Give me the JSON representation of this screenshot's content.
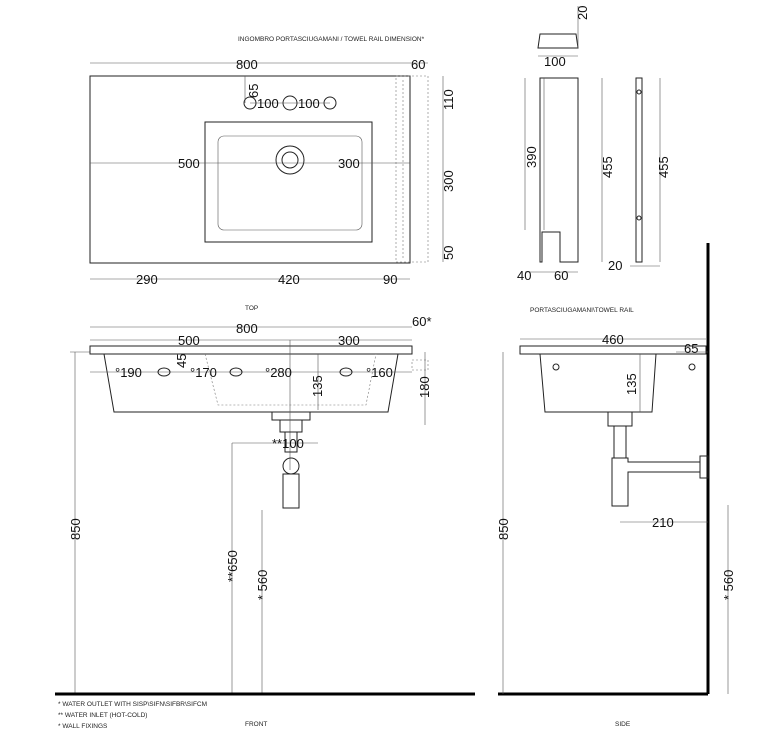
{
  "headings": {
    "towel_rail_dimension": "INGOMBRO PORTASCIUGAMANI / TOWEL RAIL DIMENSION*",
    "top": "TOP",
    "towel_rail": "PORTASCIUGAMANI\\TOWEL RAIL",
    "front": "FRONT",
    "side": "SIDE"
  },
  "top_view": {
    "width": "800",
    "rail": "60",
    "hole_offset": "65",
    "tap_spacing_left": "100",
    "tap_spacing_right": "100",
    "left_to_drain": "500",
    "drain_to_right": "300",
    "depth_back": "110",
    "bowl_depth": "300",
    "depth_front": "50",
    "left_margin": "290",
    "bowl_width": "420",
    "right_margin": "90"
  },
  "towel_rail_view": {
    "top_height": "20",
    "top_width": "100",
    "inner_height": "390",
    "total_height": "455",
    "foot_left": "40",
    "foot_right": "60",
    "side_height": "455",
    "side_depth": "20"
  },
  "front_view": {
    "width": "800",
    "rail": "60*",
    "left": "500",
    "right": "300",
    "fix_1": "°190",
    "fix_2": "°170",
    "fix_3": "°280",
    "fix_4": "°160",
    "fix_height": "45",
    "bowl_depth": "135",
    "total_depth": "180",
    "inlet_spacing": "**100",
    "height_total": "850",
    "inlet_height": "**650",
    "outlet_height": "* 560"
  },
  "side_view": {
    "depth": "460",
    "rail": "65",
    "bowl_depth": "135",
    "trap_offset": "210",
    "height_total": "850",
    "outlet_height": "* 560"
  },
  "notes": [
    "*  WATER OUTLET WITH SISP\\SIFN\\SIFBR\\SIFCM",
    "** WATER INLET  (HOT-COLD)",
    "* WALL FIXINGS"
  ]
}
